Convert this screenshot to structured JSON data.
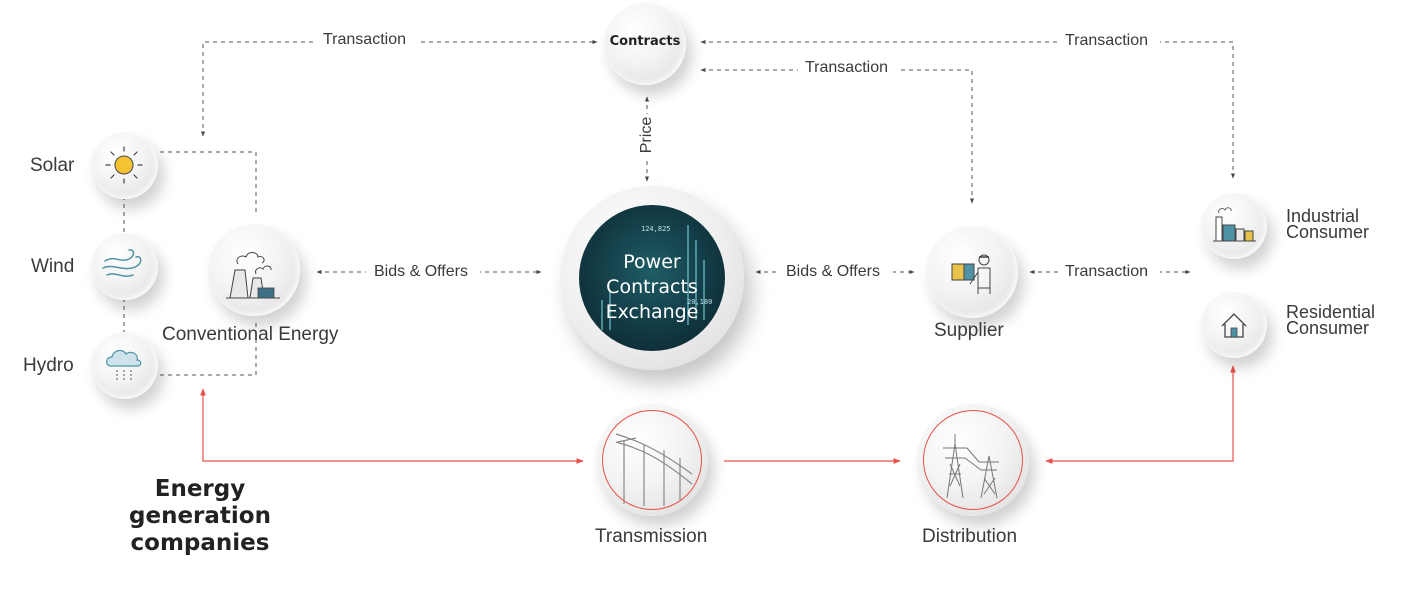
{
  "nodes": {
    "contracts": "Contracts",
    "solar": "Solar",
    "wind": "Wind",
    "hydro": "Hydro",
    "conventional": "Conventional Energy",
    "exchange": {
      "line1": "Power",
      "line2": "Contracts",
      "line3": "Exchange",
      "num1": "124,825",
      "num2": "20,180"
    },
    "supplier": "Supplier",
    "industrial": {
      "line1": "Industrial",
      "line2": "Consumer"
    },
    "residential": {
      "line1": "Residential",
      "line2": "Consumer"
    },
    "transmission": "Transmission",
    "distribution": "Distribution",
    "generation": {
      "line1": "Energy",
      "line2": "generation",
      "line3": "companies"
    }
  },
  "links": {
    "transaction_left": "Transaction",
    "transaction_right_top": "Transaction",
    "transaction_supplier": "Transaction",
    "transaction_consumer": "Transaction",
    "price": "Price",
    "bids_left": "Bids & Offers",
    "bids_right": "Bids & Offers"
  },
  "colors": {
    "dashed_line": "#555555",
    "flow_red": "#e8514a",
    "sun": "#f5c331",
    "exchange_bg": "#123a44",
    "icon_stroke": "#444444",
    "icon_blue": "#4f93a6"
  }
}
